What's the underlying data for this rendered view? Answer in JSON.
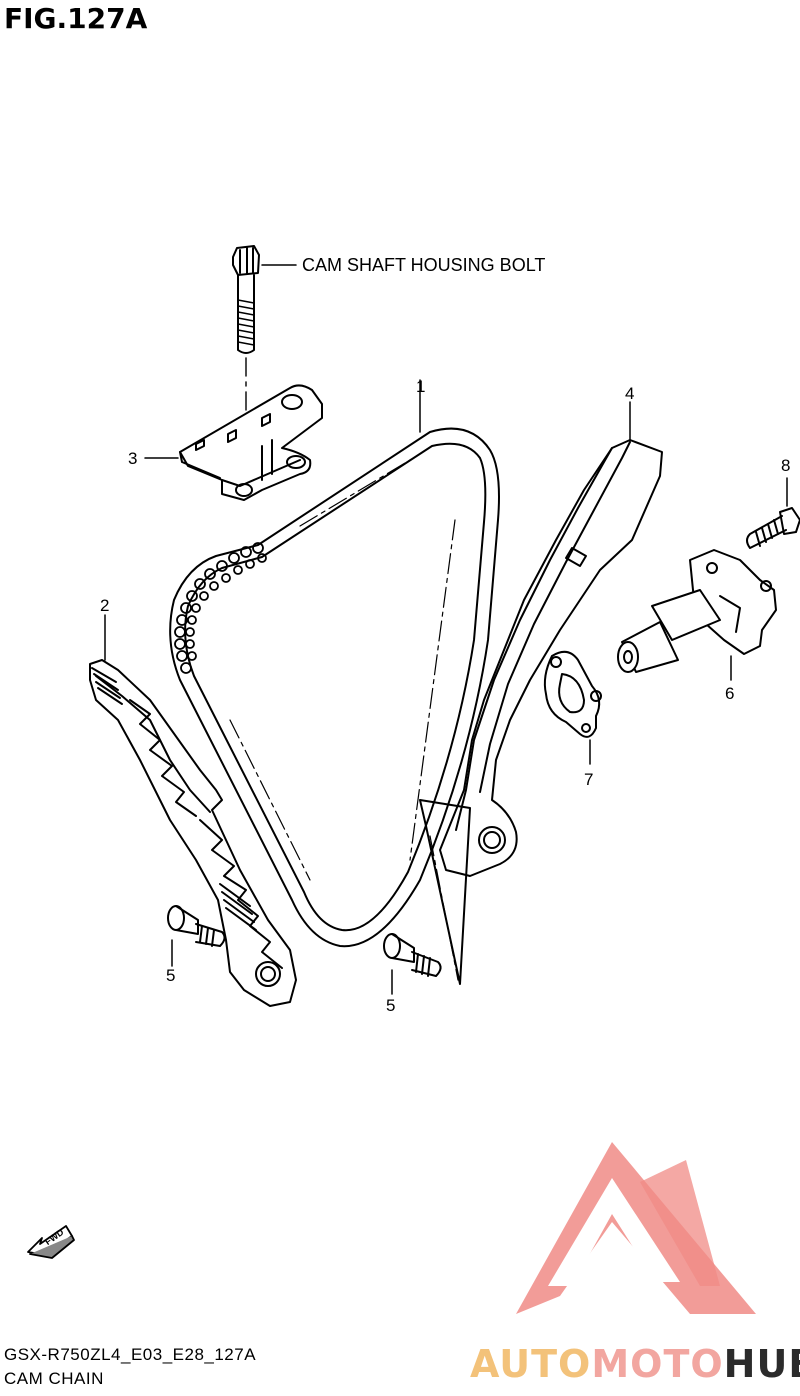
{
  "figure": {
    "title": "FIG.127A"
  },
  "labels": {
    "bolt": "CAM SHAFT HOUSING BOLT",
    "numbers": [
      "1",
      "2",
      "3",
      "4",
      "5",
      "5",
      "6",
      "7",
      "8"
    ]
  },
  "fwd_arrow": "FWD",
  "footer": {
    "model_code": "GSX-R750ZL4_E03_E28_127A",
    "section_name": "CAM CHAIN"
  },
  "watermark": {
    "part1": "AUTO",
    "part2": "MOTO",
    "part3": "HUB",
    "colors": {
      "auto": "#f3c27a",
      "moto": "#f2a6a0",
      "hub": "#2b2b2b",
      "logo": "#f08b86"
    }
  }
}
